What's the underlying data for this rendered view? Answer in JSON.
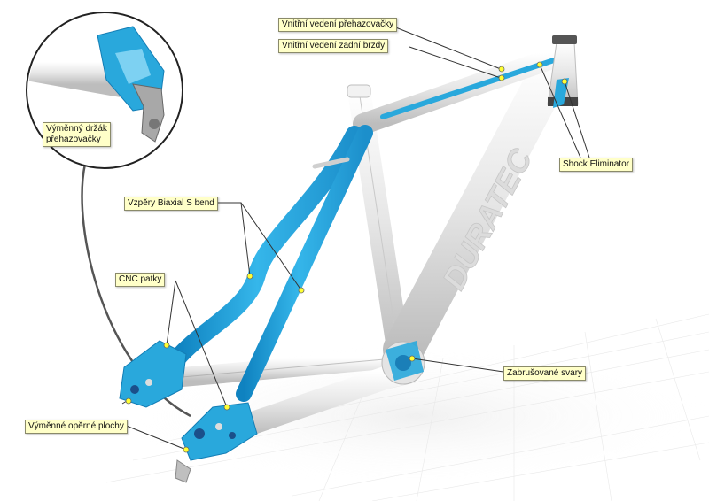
{
  "colors": {
    "accent_blue": "#29a8dc",
    "frame_white": "#e8e8e8",
    "callout_bg": "#ffffc8",
    "leader_line": "#333333",
    "marker_dot": "#ffff33"
  },
  "frame_graphic": {
    "down_tube_logo": "DURATEC"
  },
  "callouts": {
    "internal_derailleur_routing": "Vnitřní vedení přehazovačky",
    "internal_rear_brake_routing": "Vnitřní vedení zadní brzdy",
    "shock_eliminator": "Shock Eliminator",
    "biaxial_seatstays": "Vzpěry Biaxial S bend",
    "cnc_dropouts": "CNC patky",
    "sanded_welds": "Zabrušované svary",
    "replaceable_support_surfaces": "Výměnné opěrné plochy",
    "replaceable_hanger_line1": "Výměnný držák",
    "replaceable_hanger_line2": "přehazovačky"
  }
}
